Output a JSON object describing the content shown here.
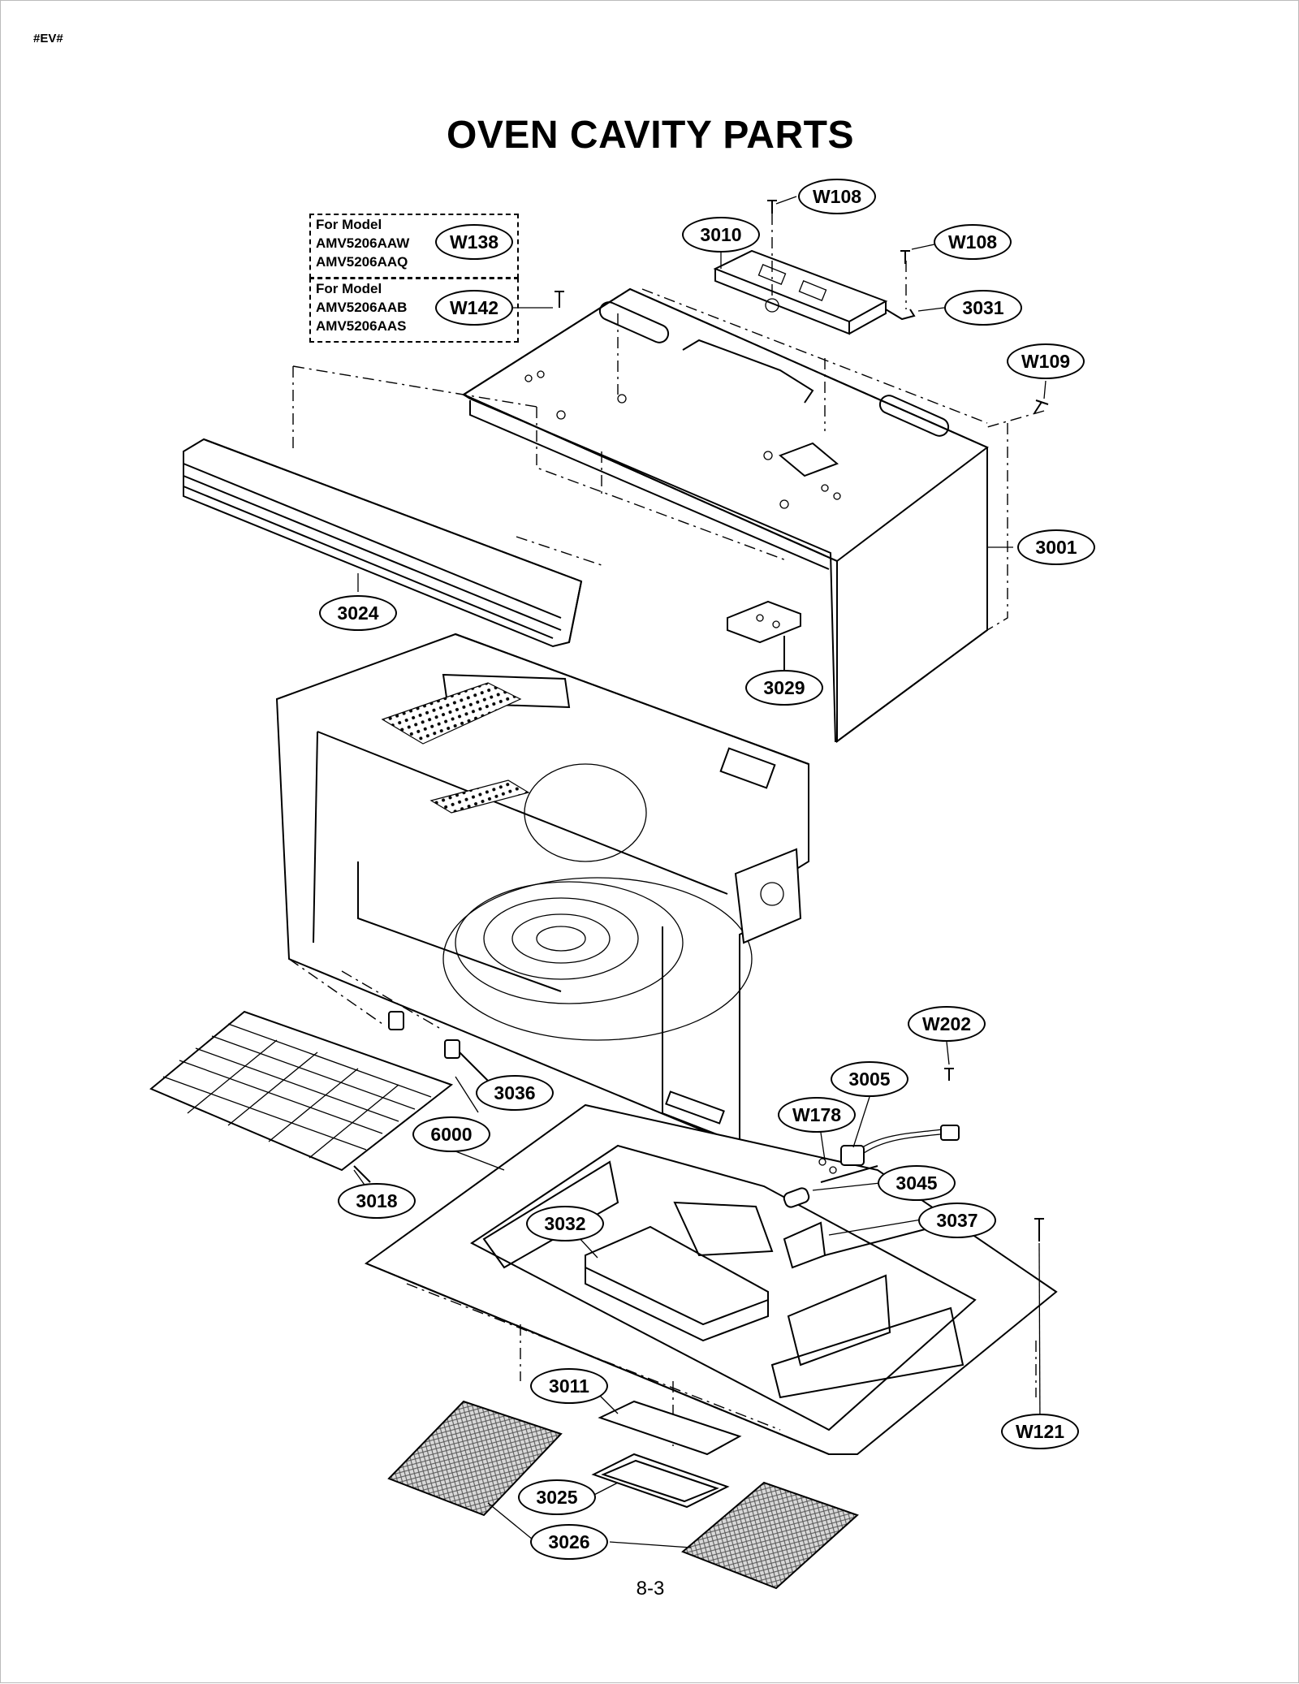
{
  "header_tag": "#EV#",
  "title": "OVEN CAVITY PARTS",
  "page_number": "8-3",
  "model_notes": [
    {
      "heading": "For Model",
      "models": [
        "AMV5206AAW",
        "AMV5206AAQ"
      ],
      "part": "W138"
    },
    {
      "heading": "For Model",
      "models": [
        "AMV5206AAB",
        "AMV5206AAS"
      ],
      "part": "W142"
    }
  ],
  "callouts": [
    "W108",
    "W108",
    "3010",
    "3031",
    "W109",
    "3001",
    "3024",
    "3029",
    "W202",
    "3005",
    "W178",
    "3036",
    "6000",
    "3045",
    "3037",
    "3032",
    "3018",
    "3011",
    "W121",
    "3025",
    "3026"
  ]
}
